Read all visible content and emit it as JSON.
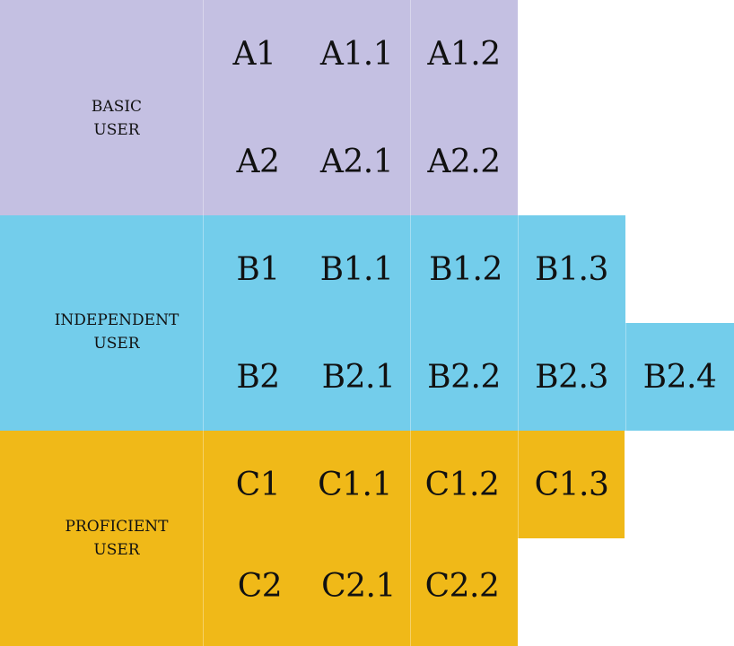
{
  "colors": {
    "basic": "#c4c0e2",
    "independent": "#73cdeb",
    "proficient": "#f0b918"
  },
  "levels": [
    {
      "label": "BASIC\nUSER",
      "rows": [
        {
          "cells": [
            "A1",
            "A1.1",
            "A1.2"
          ]
        },
        {
          "cells": [
            "A2",
            "A2.1",
            "A2.2"
          ]
        }
      ]
    },
    {
      "label": "INDEPENDENT\nUSER",
      "rows": [
        {
          "cells": [
            "B1",
            "B1.1",
            "B1.2",
            "B1.3"
          ]
        },
        {
          "cells": [
            "B2",
            "B2.1",
            "B2.2",
            "B2.3",
            "B2.4"
          ]
        }
      ]
    },
    {
      "label": "PROFICIENT\nUSER",
      "rows": [
        {
          "cells": [
            "C1",
            "C1.1",
            "C1.2",
            "C1.3"
          ]
        },
        {
          "cells": [
            "C2",
            "C2.1",
            "C2.2"
          ]
        }
      ]
    }
  ]
}
